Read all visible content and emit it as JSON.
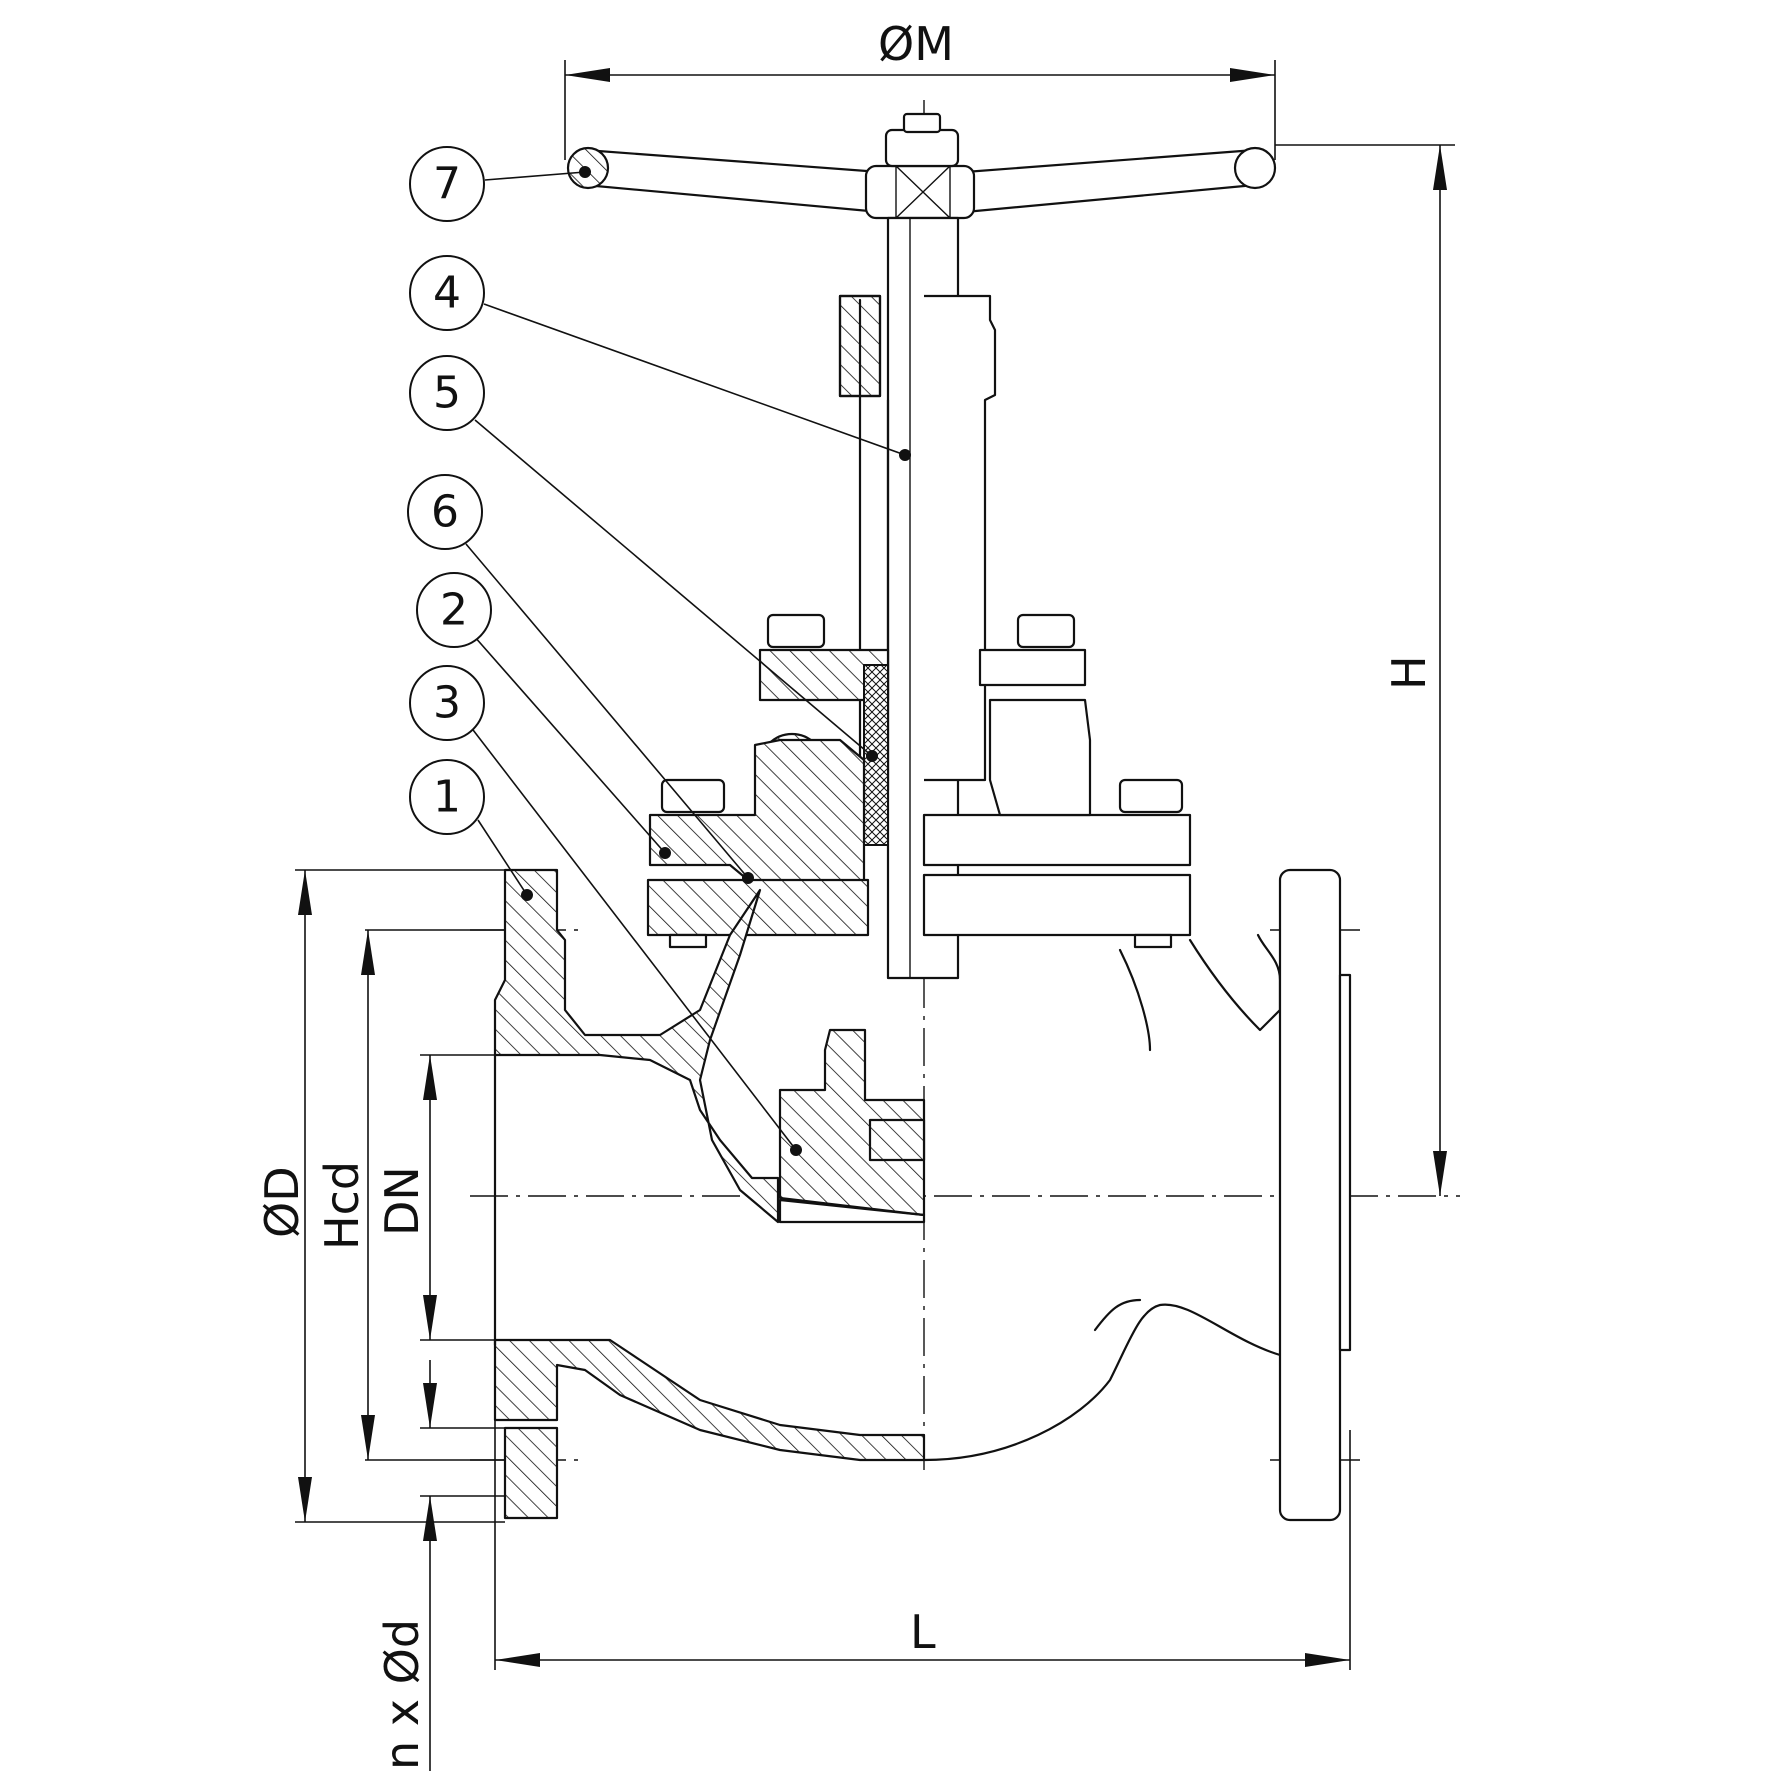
{
  "dimensions": {
    "handwheel_diameter": "ØM",
    "height": "H",
    "flange_diameter": "ØD",
    "bolt_circle": "Hcd",
    "nominal_diameter": "DN",
    "bolt_holes": "n x Ød",
    "length": "L"
  },
  "callouts": [
    "7",
    "4",
    "5",
    "6",
    "2",
    "3",
    "1"
  ]
}
